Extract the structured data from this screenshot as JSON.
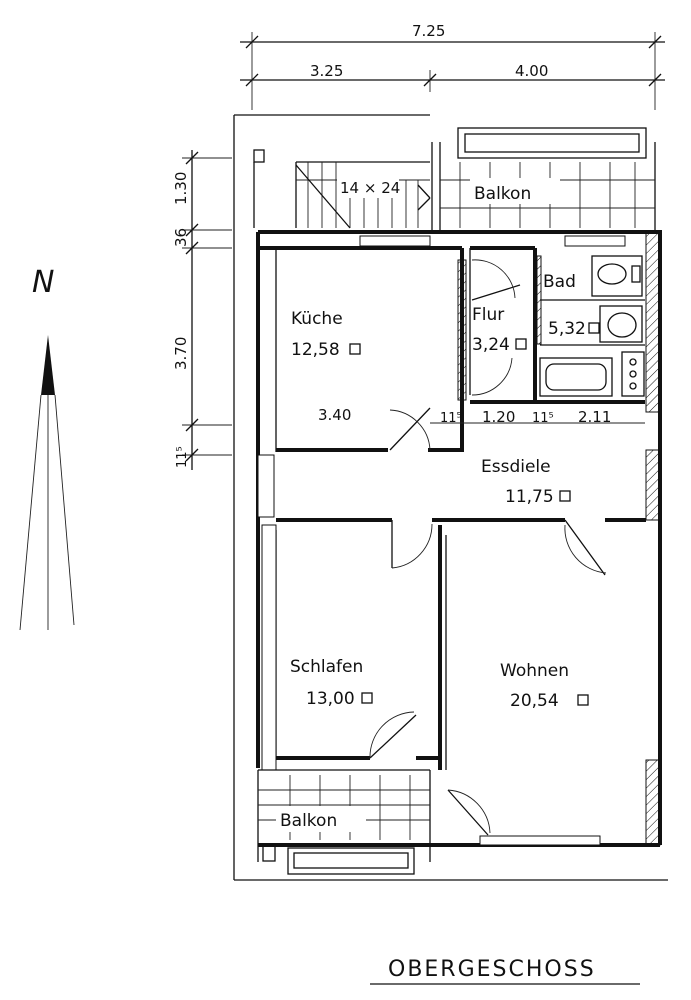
{
  "dimensions": {
    "total_width": "7.25",
    "left_width": "3.25",
    "right_width": "4.00",
    "balcony_depth": "1.30",
    "wall_36": "36",
    "kitchen_depth": "3.70",
    "wall_11_5_left": "11⁵",
    "kitchen_width": "3.40",
    "wall_11_5_a": "11⁵",
    "flur_width": "1.20",
    "wall_11_5_b": "11⁵",
    "bath_width": "2.11"
  },
  "stairs_label": "14 × 24",
  "north_label": "N",
  "rooms": {
    "balkon_top": {
      "name": "Balkon"
    },
    "kueche": {
      "name": "Küche",
      "area": "12,58"
    },
    "flur": {
      "name": "Flur",
      "area": "3,24"
    },
    "bad": {
      "name": "Bad",
      "area": "5,32"
    },
    "essdiele": {
      "name": "Essdiele",
      "area": "11,75"
    },
    "schlafen": {
      "name": "Schlafen",
      "area": "13,00"
    },
    "wohnen": {
      "name": "Wohnen",
      "area": "20,54"
    },
    "balkon_bottom": {
      "name": "Balkon"
    }
  },
  "plan_title": "OBERGESCHOSS"
}
